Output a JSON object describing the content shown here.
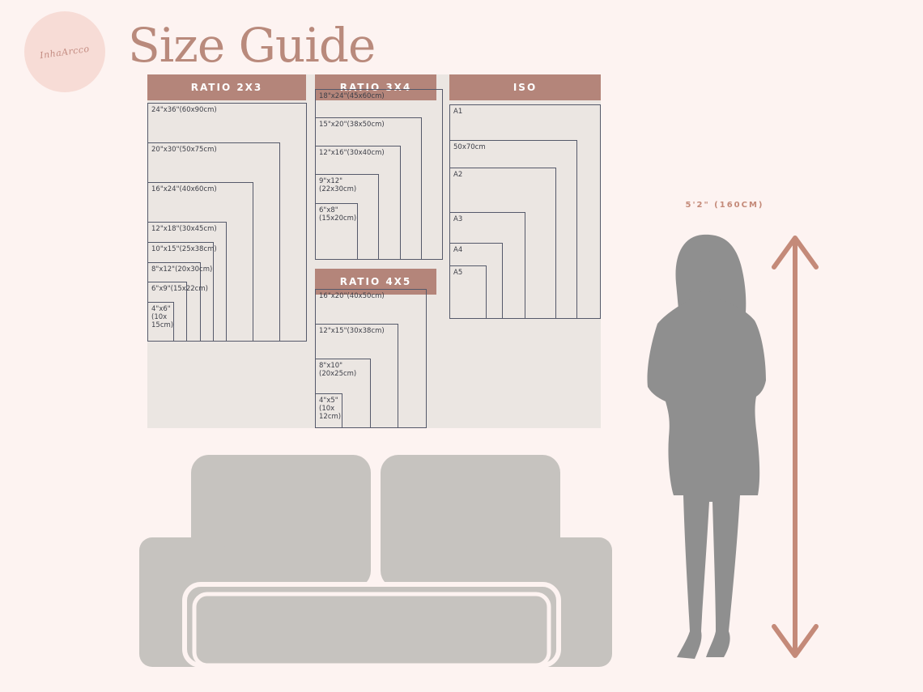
{
  "brand": {
    "logo_text": "InhaArcco"
  },
  "page": {
    "title": "Size Guide"
  },
  "colors": {
    "accent": "#b4857a",
    "panel": "#ebe6e2",
    "frame": "#55596a",
    "furniture": "#c6c3bf",
    "silhouette": "#8f8f8f",
    "arrow": "#c48a79"
  },
  "groups": [
    {
      "name": "RATIO 2X3",
      "sizes": [
        {
          "label": "24\"x36\"(60x90cm)",
          "w_in": 24,
          "h_in": 36
        },
        {
          "label": "20\"x30\"(50x75cm)",
          "w_in": 20,
          "h_in": 30
        },
        {
          "label": "16\"x24\"(40x60cm)",
          "w_in": 16,
          "h_in": 24
        },
        {
          "label": "12\"x18\"(30x45cm)",
          "w_in": 12,
          "h_in": 18
        },
        {
          "label": "10\"x15\"(25x38cm)",
          "w_in": 10,
          "h_in": 15
        },
        {
          "label": "8\"x12\"(20x30cm)",
          "w_in": 8,
          "h_in": 12
        },
        {
          "label": "6\"x9\"(15x22cm)",
          "w_in": 6,
          "h_in": 9
        },
        {
          "label": "4\"x6\"\n(10x\n15cm)",
          "w_in": 4,
          "h_in": 6
        }
      ]
    },
    {
      "name": "RATIO 3X4",
      "sizes": [
        {
          "label": "18\"x24\"(45x60cm)",
          "w_in": 18,
          "h_in": 24
        },
        {
          "label": "15\"x20\"(38x50cm)",
          "w_in": 15,
          "h_in": 20
        },
        {
          "label": "12\"x16\"(30x40cm)",
          "w_in": 12,
          "h_in": 16
        },
        {
          "label": "9\"x12\"\n(22x30cm)",
          "w_in": 9,
          "h_in": 12
        },
        {
          "label": "6\"x8\"\n(15x20cm)",
          "w_in": 6,
          "h_in": 8
        }
      ]
    },
    {
      "name": "ISO",
      "sizes": [
        {
          "label": "A1",
          "w_in": 23.4,
          "h_in": 33.1
        },
        {
          "label": "50x70cm",
          "w_in": 19.7,
          "h_in": 27.6
        },
        {
          "label": "A2",
          "w_in": 16.5,
          "h_in": 23.4
        },
        {
          "label": "A3",
          "w_in": 11.7,
          "h_in": 16.5
        },
        {
          "label": "A4",
          "w_in": 8.3,
          "h_in": 11.7
        },
        {
          "label": "A5",
          "w_in": 5.8,
          "h_in": 8.3
        }
      ]
    },
    {
      "name": "RATIO 4X5",
      "sizes": [
        {
          "label": "16\"x20\"(40x50cm)",
          "w_in": 16,
          "h_in": 20
        },
        {
          "label": "12\"x15\"(30x38cm)",
          "w_in": 12,
          "h_in": 15
        },
        {
          "label": "8\"x10\"\n(20x25cm)",
          "w_in": 8,
          "h_in": 10
        },
        {
          "label": "4\"x5\"\n(10x\n12cm)",
          "w_in": 4,
          "h_in": 5
        }
      ]
    }
  ],
  "person": {
    "height_label": "5'2\" (160CM)"
  }
}
